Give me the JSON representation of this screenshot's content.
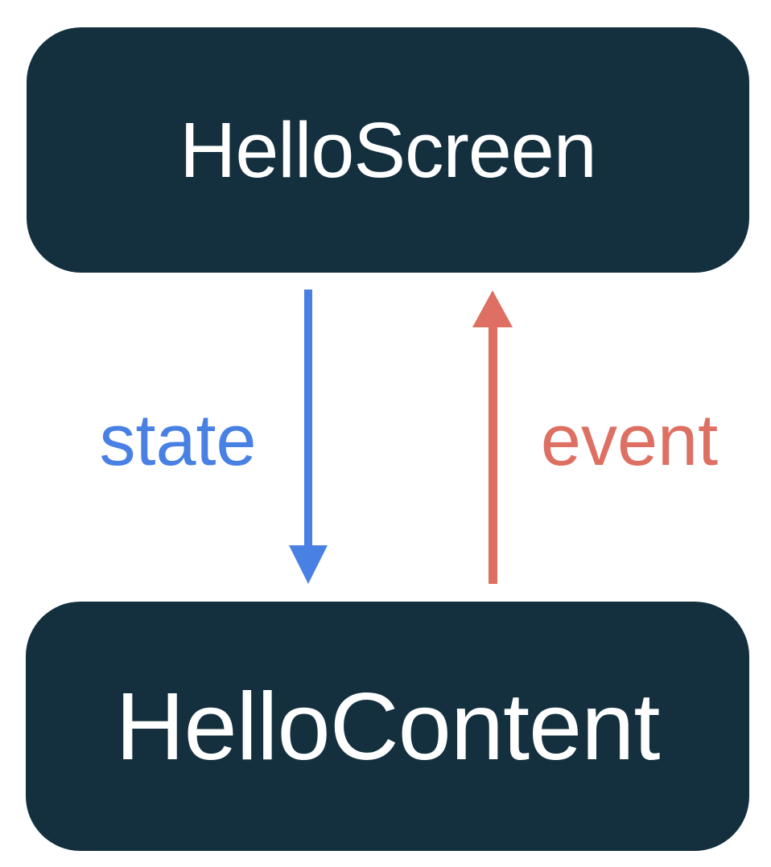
{
  "colors": {
    "page_bg": "#FFFFFF",
    "node_bg": "#14303F",
    "node_text": "#FFFFFF",
    "state": "#4880E4",
    "event": "#DE7063"
  },
  "diagram": {
    "nodes": [
      {
        "id": "hello-screen",
        "label": "HelloScreen"
      },
      {
        "id": "hello-content",
        "label": "HelloContent"
      }
    ],
    "edges": [
      {
        "id": "state",
        "label": "state",
        "from": "hello-screen",
        "to": "hello-content",
        "direction": "down",
        "color": "#4880E4"
      },
      {
        "id": "event",
        "label": "event",
        "from": "hello-content",
        "to": "hello-screen",
        "direction": "up",
        "color": "#DE7063"
      }
    ]
  }
}
